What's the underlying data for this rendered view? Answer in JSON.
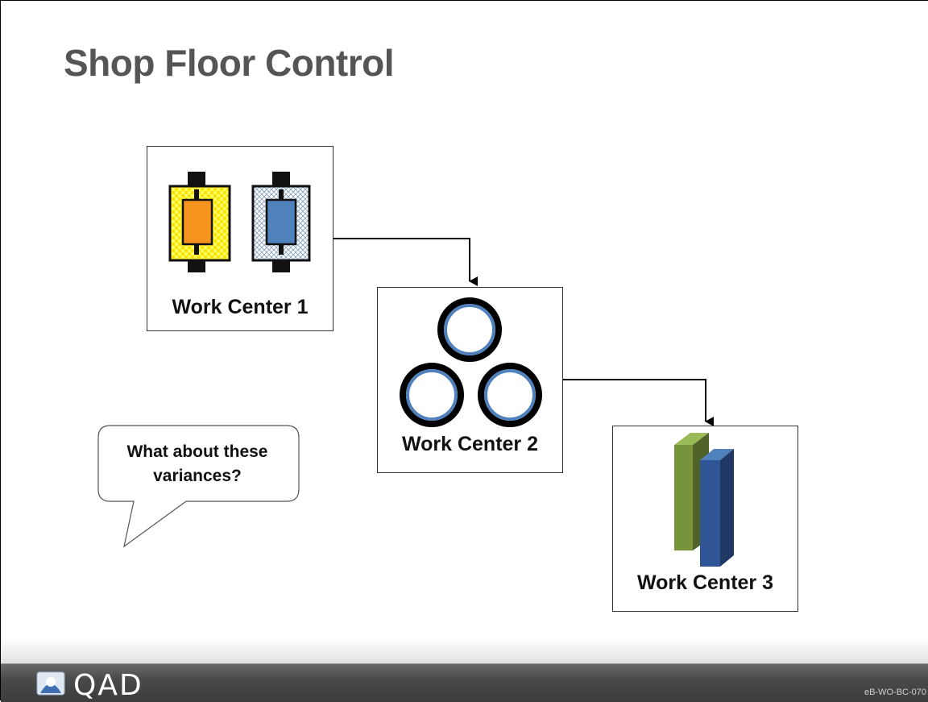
{
  "slide": {
    "title": "Shop Floor Control",
    "bubble_text_line1": "What about these",
    "bubble_text_line2": "variances?",
    "slide_code": "eB-WO-BC-070"
  },
  "work_centers": [
    {
      "label": "Work Center 1"
    },
    {
      "label": "Work Center 2"
    },
    {
      "label": "Work Center 3"
    }
  ],
  "footer": {
    "logo_text": "QAD"
  },
  "colors": {
    "orange": "#f7941d",
    "blue": "#4f81bd",
    "green": "#77933c",
    "yellow": "#ffff66",
    "dark_blue": "#2f5597"
  },
  "icons": [
    "machine-orange-icon",
    "machine-blue-icon",
    "ring-icon",
    "bar-3d-icon",
    "qad-logo-icon"
  ]
}
